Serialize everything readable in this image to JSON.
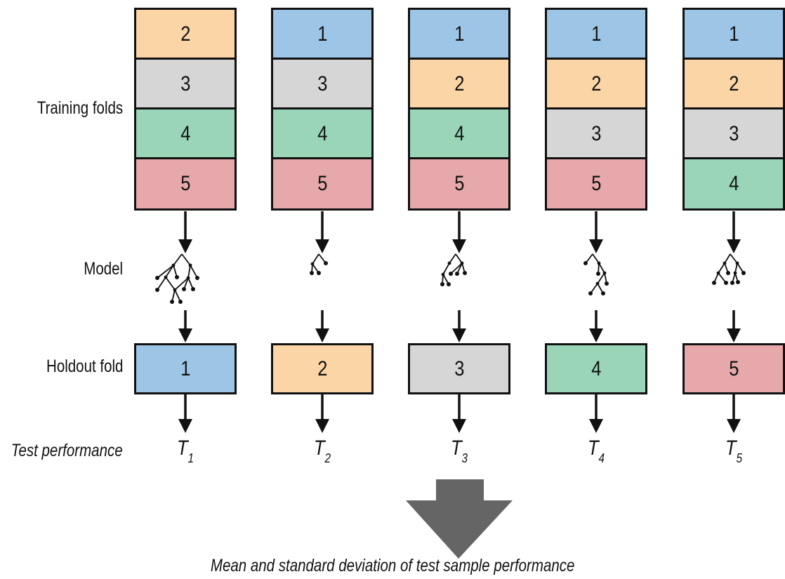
{
  "row_labels": {
    "training": "Training folds",
    "model": "Model",
    "holdout": "Holdout fold",
    "test": "Test performance"
  },
  "colors": {
    "fold_1": "#9dc6e6",
    "fold_2": "#fbd5a6",
    "fold_3": "#d6d6d6",
    "fold_4": "#9ad5b8",
    "fold_5": "#e6a8aa",
    "border": "#111111",
    "summary_arrow": "#656565"
  },
  "iterations": [
    {
      "training_folds": [
        "2",
        "3",
        "4",
        "5"
      ],
      "holdout": "1",
      "test_symbol": "T",
      "test_index": "1",
      "tree": "large"
    },
    {
      "training_folds": [
        "1",
        "3",
        "4",
        "5"
      ],
      "holdout": "2",
      "test_symbol": "T",
      "test_index": "2",
      "tree": "small"
    },
    {
      "training_folds": [
        "1",
        "2",
        "4",
        "5"
      ],
      "holdout": "3",
      "test_symbol": "T",
      "test_index": "3",
      "tree": "medium-a"
    },
    {
      "training_folds": [
        "1",
        "2",
        "3",
        "5"
      ],
      "holdout": "4",
      "test_symbol": "T",
      "test_index": "4",
      "tree": "medium-b"
    },
    {
      "training_folds": [
        "1",
        "2",
        "3",
        "4"
      ],
      "holdout": "5",
      "test_symbol": "T",
      "test_index": "5",
      "tree": "medium-c"
    }
  ],
  "summary": {
    "icon": "down-arrow-icon",
    "text": "Mean and standard deviation of test sample performance"
  }
}
